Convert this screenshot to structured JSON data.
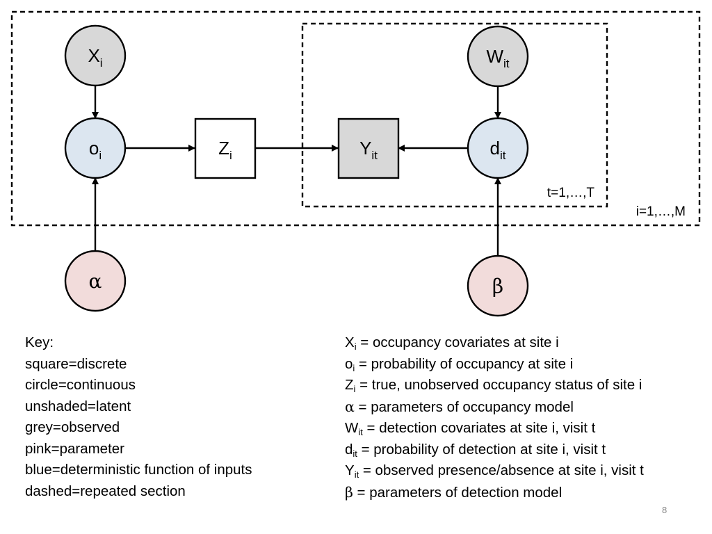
{
  "diagram": {
    "nodes": {
      "X": {
        "symbol": "X",
        "subscript": "i"
      },
      "o": {
        "symbol": "o",
        "subscript": "i"
      },
      "Z": {
        "symbol": "Z",
        "subscript": "i"
      },
      "Y": {
        "symbol": "Y",
        "subscript": "it"
      },
      "W": {
        "symbol": "W",
        "subscript": "it"
      },
      "d": {
        "symbol": "d",
        "subscript": "it"
      },
      "alpha": {
        "symbol": "α"
      },
      "beta": {
        "symbol": "β"
      }
    },
    "plates": {
      "outer_label": "i=1,…,M",
      "inner_label": "t=1,…,T"
    }
  },
  "key": {
    "title": "Key:",
    "items": [
      "square=discrete",
      "circle=continuous",
      "unshaded=latent",
      "grey=observed",
      "pink=parameter",
      "blue=deterministic function of inputs",
      "dashed=repeated section"
    ]
  },
  "legend": [
    {
      "symbol": "X",
      "subscript": "i",
      "text": " = occupancy covariates at site i"
    },
    {
      "symbol": "o",
      "subscript": "i",
      "text": " = probability of occupancy at site i"
    },
    {
      "symbol": "Z",
      "subscript": "i",
      "text": " = true, unobserved occupancy status of site i"
    },
    {
      "symbol": "α",
      "subscript": "",
      "text": " = parameters of occupancy model"
    },
    {
      "symbol": "W",
      "subscript": "it",
      "text": " = detection covariates at site i, visit t"
    },
    {
      "symbol": "d",
      "subscript": "it",
      "text": " = probability of detection at site i, visit t"
    },
    {
      "symbol": "Y",
      "subscript": "it",
      "text": " = observed presence/absence at site i, visit t"
    },
    {
      "symbol": "β",
      "subscript": "",
      "text": " = parameters of detection model"
    }
  ],
  "page_number": "8"
}
